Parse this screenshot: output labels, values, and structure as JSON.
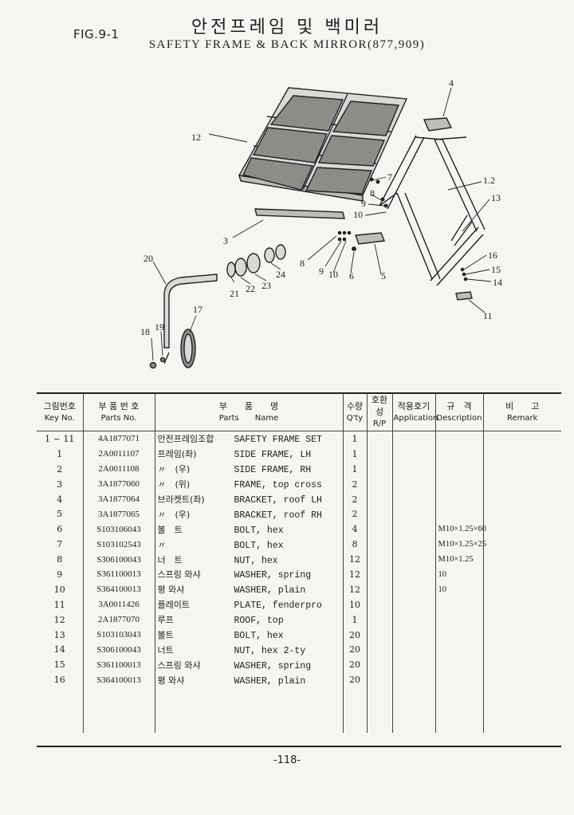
{
  "header": {
    "fig": "FIG.9-1",
    "title_ko": "안전프레임 및 백미러",
    "title_en": "SAFETY FRAME & BACK MIRROR(877,909)"
  },
  "callouts": {
    "c1_2": "1.2",
    "c3": "3",
    "c4": "4",
    "c5": "5",
    "c6": "6",
    "c7": "7",
    "c8a": "8",
    "c8b": "8",
    "c9a": "9",
    "c9b": "9",
    "c10a": "10",
    "c10b": "10",
    "c11": "11",
    "c12": "12",
    "c13": "13",
    "c14": "14",
    "c15": "15",
    "c16": "16",
    "c17": "17",
    "c18": "18",
    "c19": "19",
    "c20": "20",
    "c21": "21",
    "c22": "22",
    "c23": "23",
    "c24": "24"
  },
  "table": {
    "headers": {
      "key_ko": "그림번호",
      "key_en": "Key No.",
      "part_ko": "부 품 번 호",
      "part_en": "Parts No.",
      "name_ko": "부　　품　　명",
      "name_en": "Parts　　Name",
      "qty_ko": "수량",
      "qty_en": "Q'ty",
      "rp_ko": "호환성",
      "rp_en": "R/P",
      "app_ko": "적용호기",
      "app_en": "Application",
      "desc_ko": "규　격",
      "desc_en": "Description",
      "remark_ko": "비　　고",
      "remark_en": "Remark"
    },
    "rows": [
      {
        "key": "1 ~ 11",
        "part": "4A1877071",
        "ko": "안전프레임조합",
        "en": "SAFETY FRAME SET",
        "qty": "1",
        "desc": ""
      },
      {
        "key": "1",
        "part": "2A0011107",
        "ko": "프레임(좌)",
        "en": "SIDE FRAME, LH",
        "qty": "1",
        "desc": ""
      },
      {
        "key": "2",
        "part": "2A0011108",
        "ko": "〃　(우)",
        "en": "SIDE FRAME, RH",
        "qty": "1",
        "desc": ""
      },
      {
        "key": "3",
        "part": "3A1877060",
        "ko": "〃　(위)",
        "en": "FRAME, top cross",
        "qty": "2",
        "desc": ""
      },
      {
        "key": "4",
        "part": "3A1877064",
        "ko": "브라켓트(좌)",
        "en": "BRACKET, roof LH",
        "qty": "2",
        "desc": ""
      },
      {
        "key": "5",
        "part": "3A1877065",
        "ko": "〃　(우)",
        "en": "BRACKET, roof RH",
        "qty": "2",
        "desc": ""
      },
      {
        "key": "6",
        "part": "S103106043",
        "ko": "볼　트",
        "en": "BOLT, hex",
        "qty": "4",
        "desc": "M10×1.25×60"
      },
      {
        "key": "7",
        "part": "S103102543",
        "ko": "〃",
        "en": "BOLT, hex",
        "qty": "8",
        "desc": "M10×1.25×25"
      },
      {
        "key": "8",
        "part": "S306100043",
        "ko": "너　트",
        "en": "NUT, hex",
        "qty": "12",
        "desc": "M10×1.25"
      },
      {
        "key": "9",
        "part": "S361100013",
        "ko": "스프링 와샤",
        "en": "WASHER, spring",
        "qty": "12",
        "desc": "10"
      },
      {
        "key": "10",
        "part": "S364100013",
        "ko": "평 와샤",
        "en": "WASHER, plain",
        "qty": "12",
        "desc": "10"
      },
      {
        "key": "11",
        "part": "3A0011426",
        "ko": "플레이트",
        "en": "PLATE, fenderpro",
        "qty": "10",
        "desc": ""
      },
      {
        "key": "12",
        "part": "2A1877070",
        "ko": "루프",
        "en": "ROOF, top",
        "qty": "1",
        "desc": ""
      },
      {
        "key": "13",
        "part": "S103103043",
        "ko": "볼트",
        "en": "BOLT, hex",
        "qty": "20",
        "desc": ""
      },
      {
        "key": "14",
        "part": "S306100043",
        "ko": "너트",
        "en": "NUT, hex 2-ty",
        "qty": "20",
        "desc": ""
      },
      {
        "key": "15",
        "part": "S361100013",
        "ko": "스프링 와샤",
        "en": "WASHER, spring",
        "qty": "20",
        "desc": ""
      },
      {
        "key": "16",
        "part": "S364100013",
        "ko": "평 와샤",
        "en": "WASHER, plain",
        "qty": "20",
        "desc": ""
      },
      {
        "key": "",
        "part": "",
        "ko": "",
        "en": "",
        "qty": "",
        "desc": ""
      },
      {
        "key": "",
        "part": "",
        "ko": "",
        "en": "",
        "qty": "",
        "desc": ""
      },
      {
        "key": "",
        "part": "",
        "ko": "",
        "en": "",
        "qty": "",
        "desc": ""
      }
    ]
  },
  "footer": {
    "page": "-118-"
  }
}
